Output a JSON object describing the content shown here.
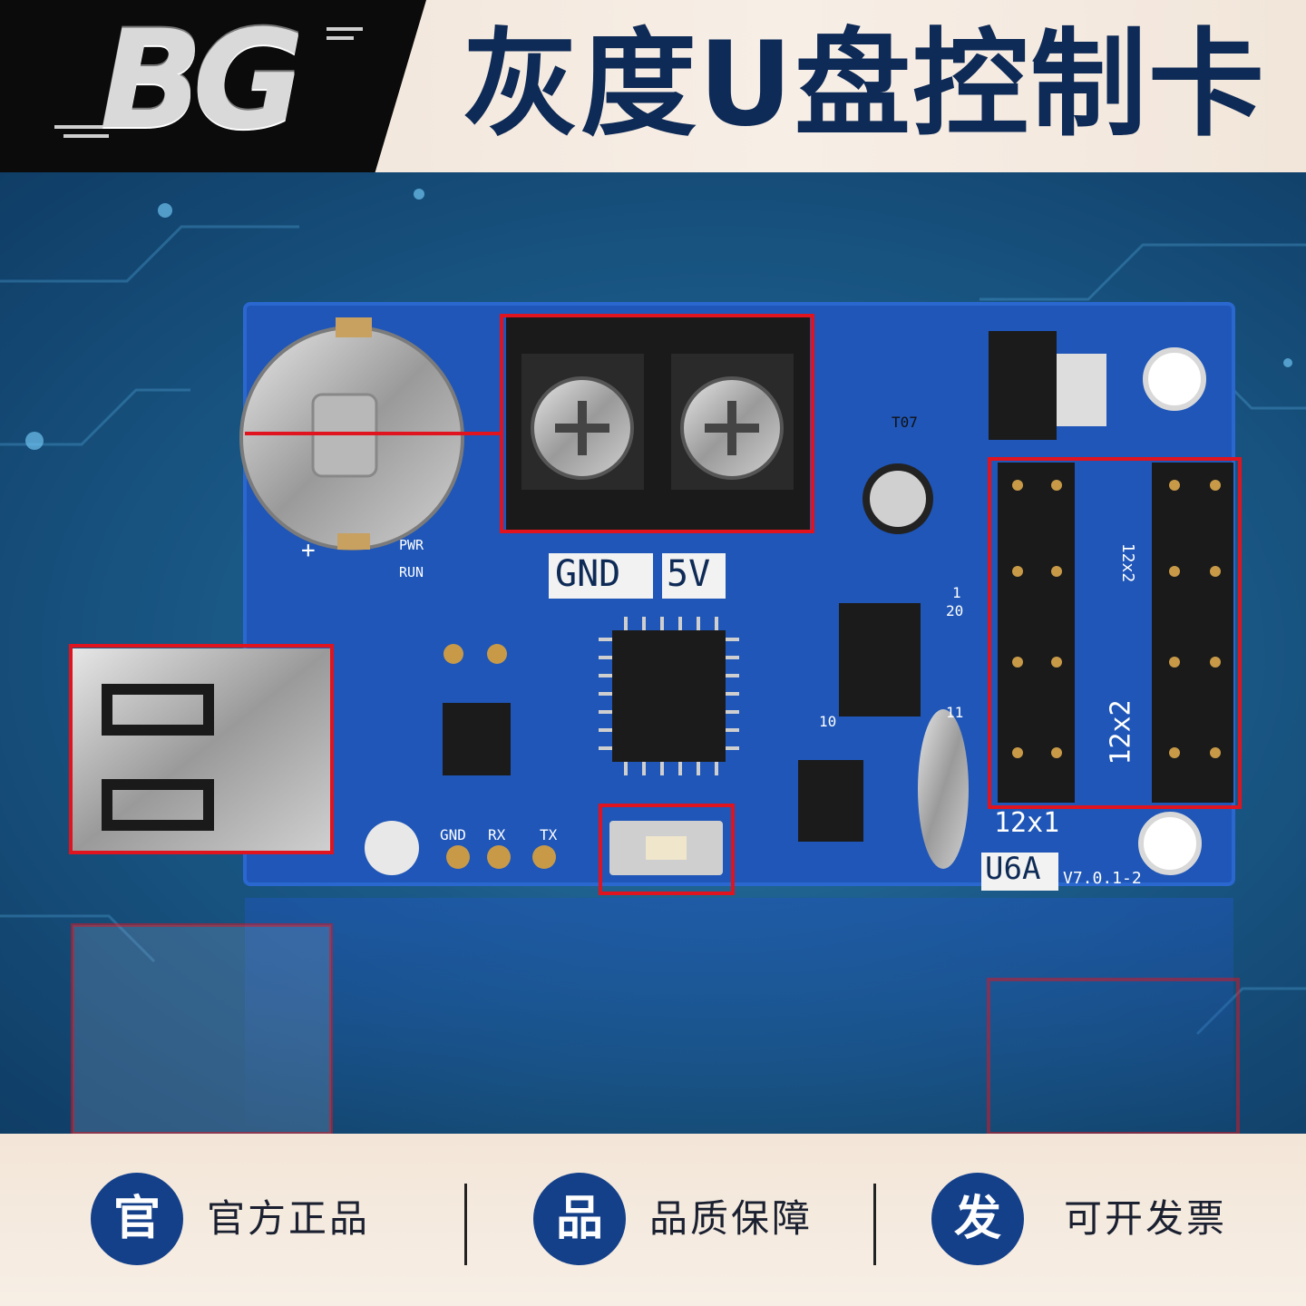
{
  "brand": {
    "logo_text": "BG"
  },
  "title": "灰度U盘控制卡",
  "board": {
    "labels": {
      "gnd": "GND",
      "v5": "5V",
      "pwr": "PWR",
      "run": "RUN",
      "uart_gnd": "GND",
      "uart_rx": "RX",
      "uart_tx": "TX",
      "hub_12x1": "12x1",
      "hub_12x2": "12x2",
      "hub_small": "12x2",
      "model": "U6A",
      "version": "V7.0.1-2",
      "reg": "T07",
      "plus": "+",
      "pin1": "1",
      "pin20": "20",
      "pin10": "10",
      "pin11": "11"
    }
  },
  "features": [
    {
      "icon_char": "官",
      "label": "官方正品"
    },
    {
      "icon_char": "品",
      "label": "品质保障"
    },
    {
      "icon_char": "发",
      "label": "可开发票"
    }
  ],
  "colors": {
    "title": "#0e2a56",
    "badge": "#14408a",
    "highlight": "#e0141e",
    "pcb": "#1f56b8"
  }
}
